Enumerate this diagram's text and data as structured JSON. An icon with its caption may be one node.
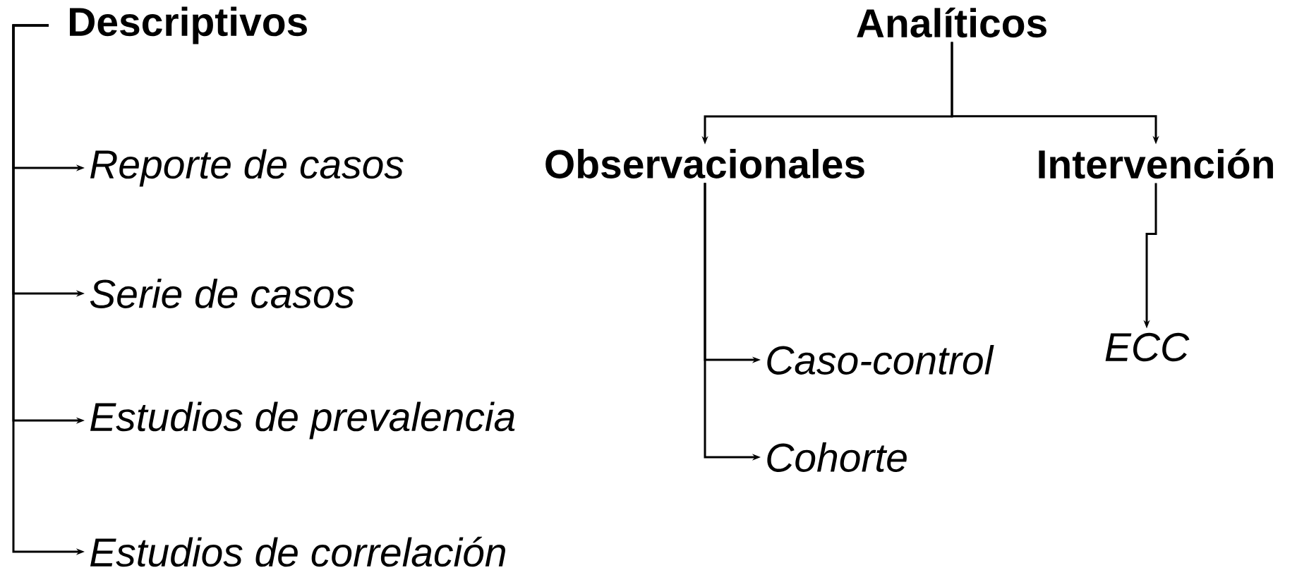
{
  "diagram": {
    "nodes": [
      {
        "text": [
          "Descriptivos"
        ]
      },
      {
        "text": [
          "Reporte de casos"
        ]
      },
      {
        "text": [
          "Serie de casos"
        ]
      },
      {
        "text": [
          "Estudios de prevalencia"
        ]
      },
      {
        "text": [
          "Estudios de correlación"
        ]
      },
      {
        "text": [
          "Analíticos"
        ]
      },
      {
        "text": [
          "Observacionales"
        ]
      },
      {
        "text": [
          "Intervención"
        ]
      },
      {
        "text": [
          "Caso-control"
        ]
      },
      {
        "text": [
          "Cohorte"
        ]
      },
      {
        "text": [
          "ECC"
        ]
      }
    ],
    "edges": [
      {
        "from": 0,
        "to": 1,
        "arrow": "to"
      },
      {
        "from": 0,
        "to": 2,
        "arrow": "to"
      },
      {
        "from": 0,
        "to": 3,
        "arrow": "to"
      },
      {
        "from": 0,
        "to": 4,
        "arrow": "to"
      },
      {
        "from": 5,
        "to": 6,
        "arrow": "to"
      },
      {
        "from": 5,
        "to": 7,
        "arrow": "to"
      },
      {
        "from": 6,
        "to": 8,
        "arrow": "to"
      },
      {
        "from": 6,
        "to": 9,
        "arrow": "to"
      },
      {
        "from": 7,
        "to": 10,
        "arrow": "to"
      }
    ]
  }
}
